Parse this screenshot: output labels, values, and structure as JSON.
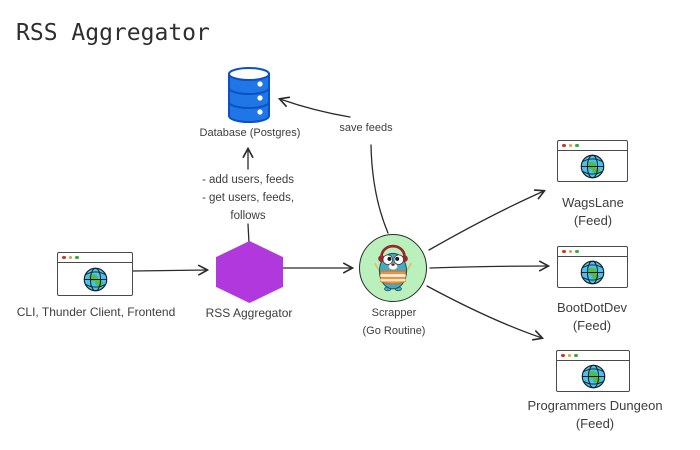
{
  "title": "RSS Aggregator",
  "colors": {
    "hexagon_purple": "#b138dc",
    "database_blue": "#2176e5",
    "database_blue_border": "#0b50c8",
    "scrapper_green": "#b9f0bc",
    "text": "#3d3d3d"
  },
  "nodes": {
    "client": {
      "label": "CLI, Thunder Client, Frontend",
      "icon": "browser-window-icon"
    },
    "aggregator": {
      "label": "RSS Aggregator",
      "icon": "hexagon-shape"
    },
    "database": {
      "label": "Database (Postgres)",
      "icon": "database-cylinder-icon"
    },
    "scrapper": {
      "label": "Scrapper",
      "sublabel": "(Go Routine)",
      "icon": "gopher-mascot-icon"
    },
    "feeds": [
      {
        "name": "WagsLane",
        "type": "(Feed)",
        "icon": "browser-window-icon"
      },
      {
        "name": "BootDotDev",
        "type": "(Feed)",
        "icon": "browser-window-icon"
      },
      {
        "name": "Programmers Dungeon",
        "type": "(Feed)",
        "icon": "browser-window-icon"
      }
    ]
  },
  "annotations": {
    "db_operations": [
      "- add users, feeds",
      "- get users, feeds,",
      "follows"
    ],
    "save_feeds": "save feeds"
  }
}
